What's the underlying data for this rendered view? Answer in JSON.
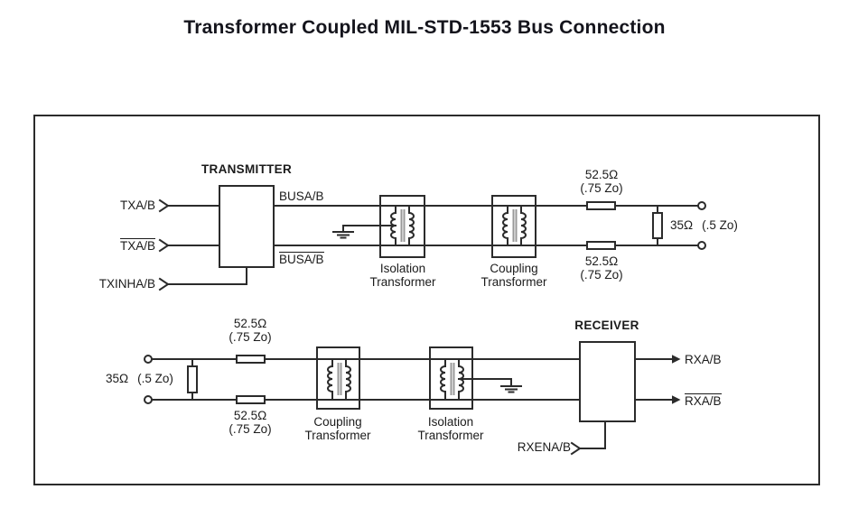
{
  "title": "Transformer Coupled MIL-STD-1553 Bus Connection",
  "colors": {
    "line": "#2b2b2b",
    "text": "#1b1b1b",
    "transformer_core": "#999999",
    "background": "#ffffff"
  },
  "transmit_circuit": {
    "transmitter_label": "TRANSMITTER",
    "inputs": {
      "txab": "TXA/B",
      "txab_n": "TXA/B",
      "txinhab": "TXINHA/B"
    },
    "bus_top": "BUSA/B",
    "bus_bottom_n": "BUSA/B",
    "isolation_transformer": {
      "line1": "Isolation",
      "line2": "Transformer"
    },
    "coupling_transformer": {
      "line1": "Coupling",
      "line2": "Transformer"
    },
    "stub_resistor_top": {
      "value": "52.5Ω",
      "note": "(.75 Zo)"
    },
    "stub_resistor_bottom": {
      "value": "52.5Ω",
      "note": "(.75 Zo)"
    },
    "termination_resistor": {
      "value": "35Ω",
      "note": "(.5 Zo)"
    }
  },
  "receive_circuit": {
    "receiver_label": "RECEIVER",
    "termination_resistor": {
      "value": "35Ω",
      "note": "(.5 Zo)"
    },
    "stub_resistor_top": {
      "value": "52.5Ω",
      "note": "(.75 Zo)"
    },
    "stub_resistor_bottom": {
      "value": "52.5Ω",
      "note": "(.75 Zo)"
    },
    "coupling_transformer": {
      "line1": "Coupling",
      "line2": "Transformer"
    },
    "isolation_transformer": {
      "line1": "Isolation",
      "line2": "Transformer"
    },
    "outputs": {
      "rxab": "RXA/B",
      "rxab_n": "RXA/B"
    },
    "enable_input": "RXENA/B"
  }
}
